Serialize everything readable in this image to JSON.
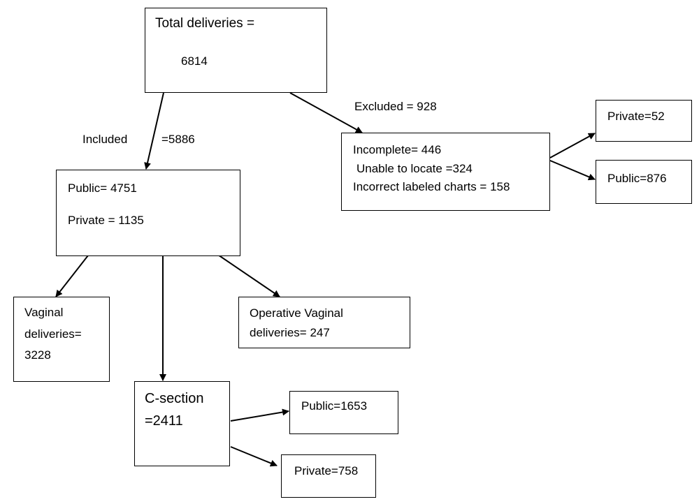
{
  "total": {
    "title": "Total deliveries =",
    "value": "6814"
  },
  "included": {
    "word": "Included",
    "value": "=5886"
  },
  "excluded": {
    "label": "Excluded = 928"
  },
  "excluded_box": {
    "line1": "Incomplete= 446",
    "line2": "Unable to locate =324",
    "line3": "Incorrect labeled charts = 158"
  },
  "excluded_split": {
    "private": "Private=52",
    "public": "Public=876"
  },
  "included_box": {
    "public": "Public= 4751",
    "private": "Private = 1135"
  },
  "vaginal": {
    "line1": "Vaginal",
    "line2": "deliveries=",
    "line3": "3228"
  },
  "operative": {
    "line1": "Operative Vaginal",
    "line2": "deliveries= 247"
  },
  "csection": {
    "line1": "C-section",
    "line2": "=2411"
  },
  "csection_split": {
    "public": "Public=1653",
    "private": "Private=758"
  }
}
